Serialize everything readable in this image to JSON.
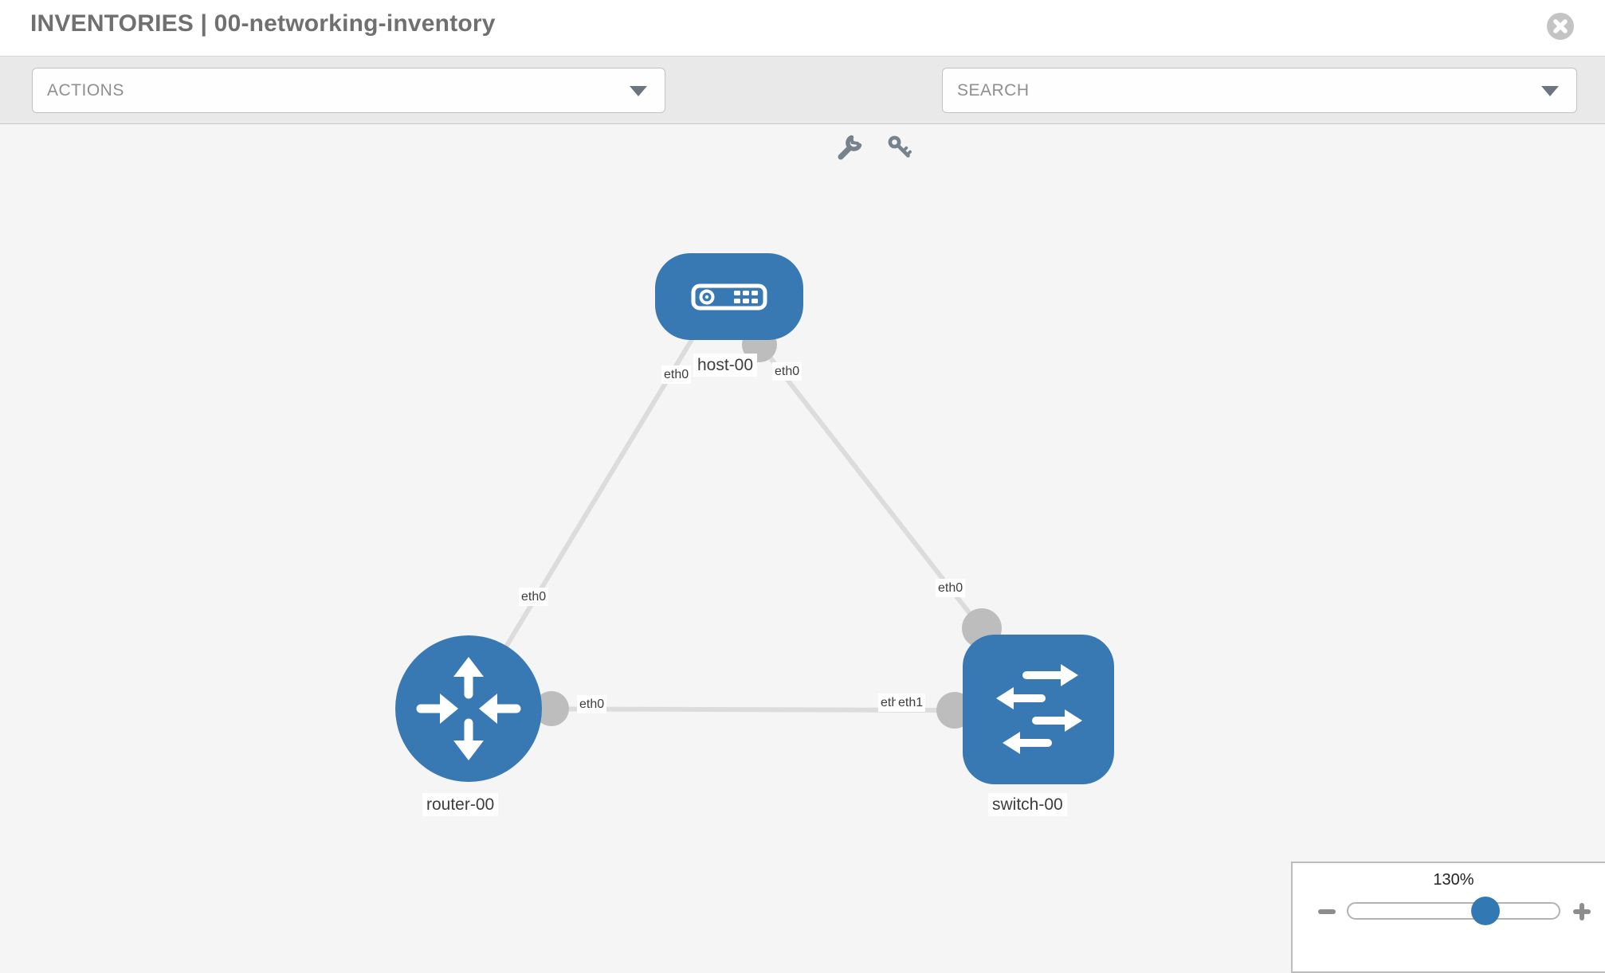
{
  "header": {
    "title": "INVENTORIES | 00-networking-inventory",
    "close_icon": "x-circle-icon"
  },
  "toolbar": {
    "actions_label": "ACTIONS",
    "search_placeholder": "SEARCH",
    "icons": [
      "wrench-icon",
      "key-icon"
    ]
  },
  "topology": {
    "nodes": [
      {
        "label": "host-00",
        "type": "host",
        "icon": "server-icon"
      },
      {
        "label": "router-00",
        "type": "router",
        "icon": "router-crossed-arrows-icon"
      },
      {
        "label": "switch-00",
        "type": "switch",
        "icon": "switch-arrows-icon"
      }
    ],
    "links": [
      {
        "source": "host-00",
        "source_interface": "eth0",
        "target": "router-00",
        "target_interface": "eth0"
      },
      {
        "source": "host-00",
        "source_interface": "eth0",
        "target": "switch-00",
        "target_interface": "eth0"
      },
      {
        "source": "router-00",
        "source_interface": "eth0",
        "target": "switch-00",
        "target_interface": "eth1"
      }
    ],
    "interfaces": {
      "host_router_host_end": "eth0",
      "host_switch_host_end": "eth0",
      "host_router_mid": "eth0",
      "host_switch_mid": "eth0",
      "router_switch_router_end": "eth0",
      "router_switch_switch_end_under": "eth0",
      "router_switch_switch_end": "eth1"
    }
  },
  "zoom": {
    "level": "130%",
    "minus_icon": "minus-icon",
    "plus_icon": "plus-icon"
  },
  "colors": {
    "node_blue": "#3879b4",
    "link_gray": "#dcdcdc",
    "port_dot_gray": "#bdbdbd",
    "toolbar_gray": "#e9e9e9",
    "canvas_gray": "#f5f5f5",
    "title_gray": "#707070",
    "slider_handle_blue": "#3278b3"
  }
}
